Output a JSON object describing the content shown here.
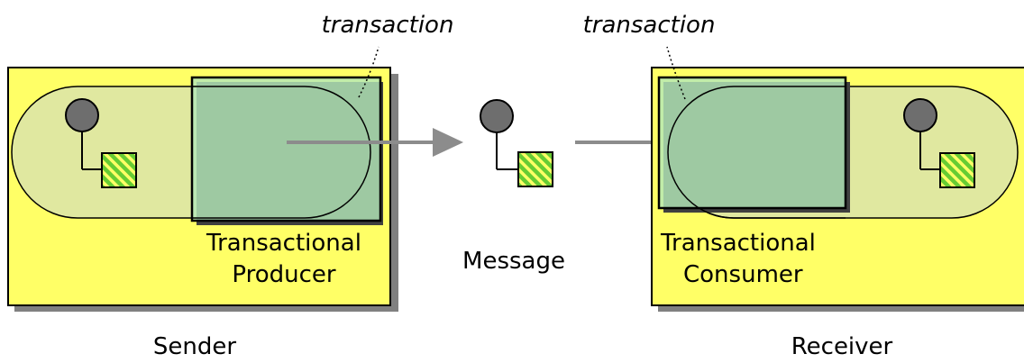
{
  "diagram": {
    "sender": {
      "label": "Sender",
      "component_line1": "Transactional",
      "component_line2": "Producer",
      "transaction_label": "transaction"
    },
    "message": {
      "label": "Message"
    },
    "receiver": {
      "label": "Receiver",
      "component_line1": "Transactional",
      "component_line2": "Consumer",
      "transaction_label": "transaction"
    },
    "colors": {
      "system_fill": "#ffff66",
      "system_border": "#000000",
      "shadow": "#808080",
      "channel_fill": "#e0e8a0",
      "transaction_fill": "#b3e8b8",
      "arrow": "#8c8c8c",
      "message_head": "#6e6e6e",
      "message_body": "#66cc33"
    },
    "icons": {
      "message": "message-icon",
      "arrow": "arrow-icon"
    }
  }
}
